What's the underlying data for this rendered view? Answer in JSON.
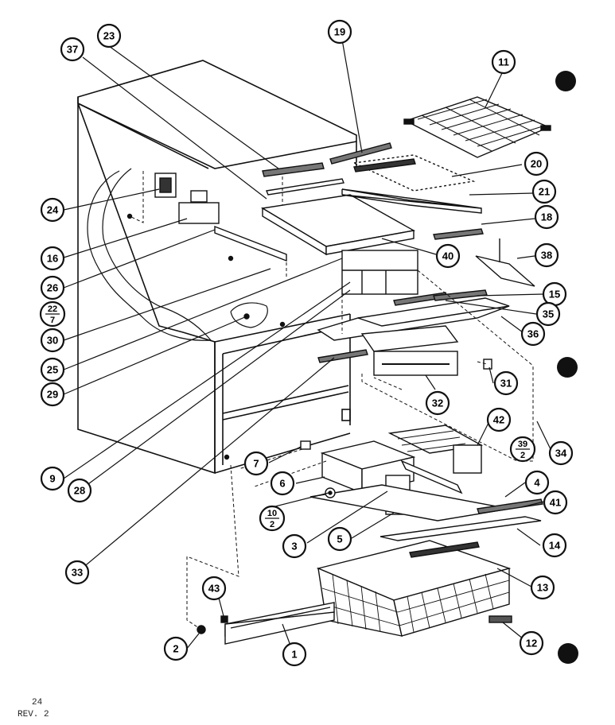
{
  "footer": {
    "page_number": "24",
    "revision": "REV. 2"
  },
  "callouts": [
    {
      "id": "c23",
      "label": "23"
    },
    {
      "id": "c37",
      "label": "37"
    },
    {
      "id": "c19",
      "label": "19"
    },
    {
      "id": "c11",
      "label": "11"
    },
    {
      "id": "c20",
      "label": "20"
    },
    {
      "id": "c21",
      "label": "21"
    },
    {
      "id": "c18",
      "label": "18"
    },
    {
      "id": "c24",
      "label": "24"
    },
    {
      "id": "c16",
      "label": "16"
    },
    {
      "id": "c26",
      "label": "26"
    },
    {
      "id": "c40",
      "label": "40"
    },
    {
      "id": "c38",
      "label": "38"
    },
    {
      "id": "c30",
      "label": "30"
    },
    {
      "id": "c15",
      "label": "15"
    },
    {
      "id": "c35",
      "label": "35"
    },
    {
      "id": "c25",
      "label": "25"
    },
    {
      "id": "c36",
      "label": "36"
    },
    {
      "id": "c29",
      "label": "29"
    },
    {
      "id": "c31",
      "label": "31"
    },
    {
      "id": "c32",
      "label": "32"
    },
    {
      "id": "c42",
      "label": "42"
    },
    {
      "id": "c34",
      "label": "34"
    },
    {
      "id": "c9",
      "label": "9"
    },
    {
      "id": "c7",
      "label": "7"
    },
    {
      "id": "c6",
      "label": "6"
    },
    {
      "id": "c4",
      "label": "4"
    },
    {
      "id": "c41",
      "label": "41"
    },
    {
      "id": "c28",
      "label": "28"
    },
    {
      "id": "c3",
      "label": "3"
    },
    {
      "id": "c5",
      "label": "5"
    },
    {
      "id": "c14",
      "label": "14"
    },
    {
      "id": "c33",
      "label": "33"
    },
    {
      "id": "c13",
      "label": "13"
    },
    {
      "id": "c43",
      "label": "43"
    },
    {
      "id": "c2",
      "label": "2"
    },
    {
      "id": "c1",
      "label": "1"
    },
    {
      "id": "c12",
      "label": "12"
    }
  ],
  "fractions": [
    {
      "id": "f22_7",
      "top": "22",
      "bottom": "7"
    },
    {
      "id": "f39_2",
      "top": "39",
      "bottom": "2"
    },
    {
      "id": "f10_2",
      "top": "10",
      "bottom": "2"
    }
  ],
  "colors": {
    "ink": "#111111",
    "paper": "#ffffff"
  }
}
